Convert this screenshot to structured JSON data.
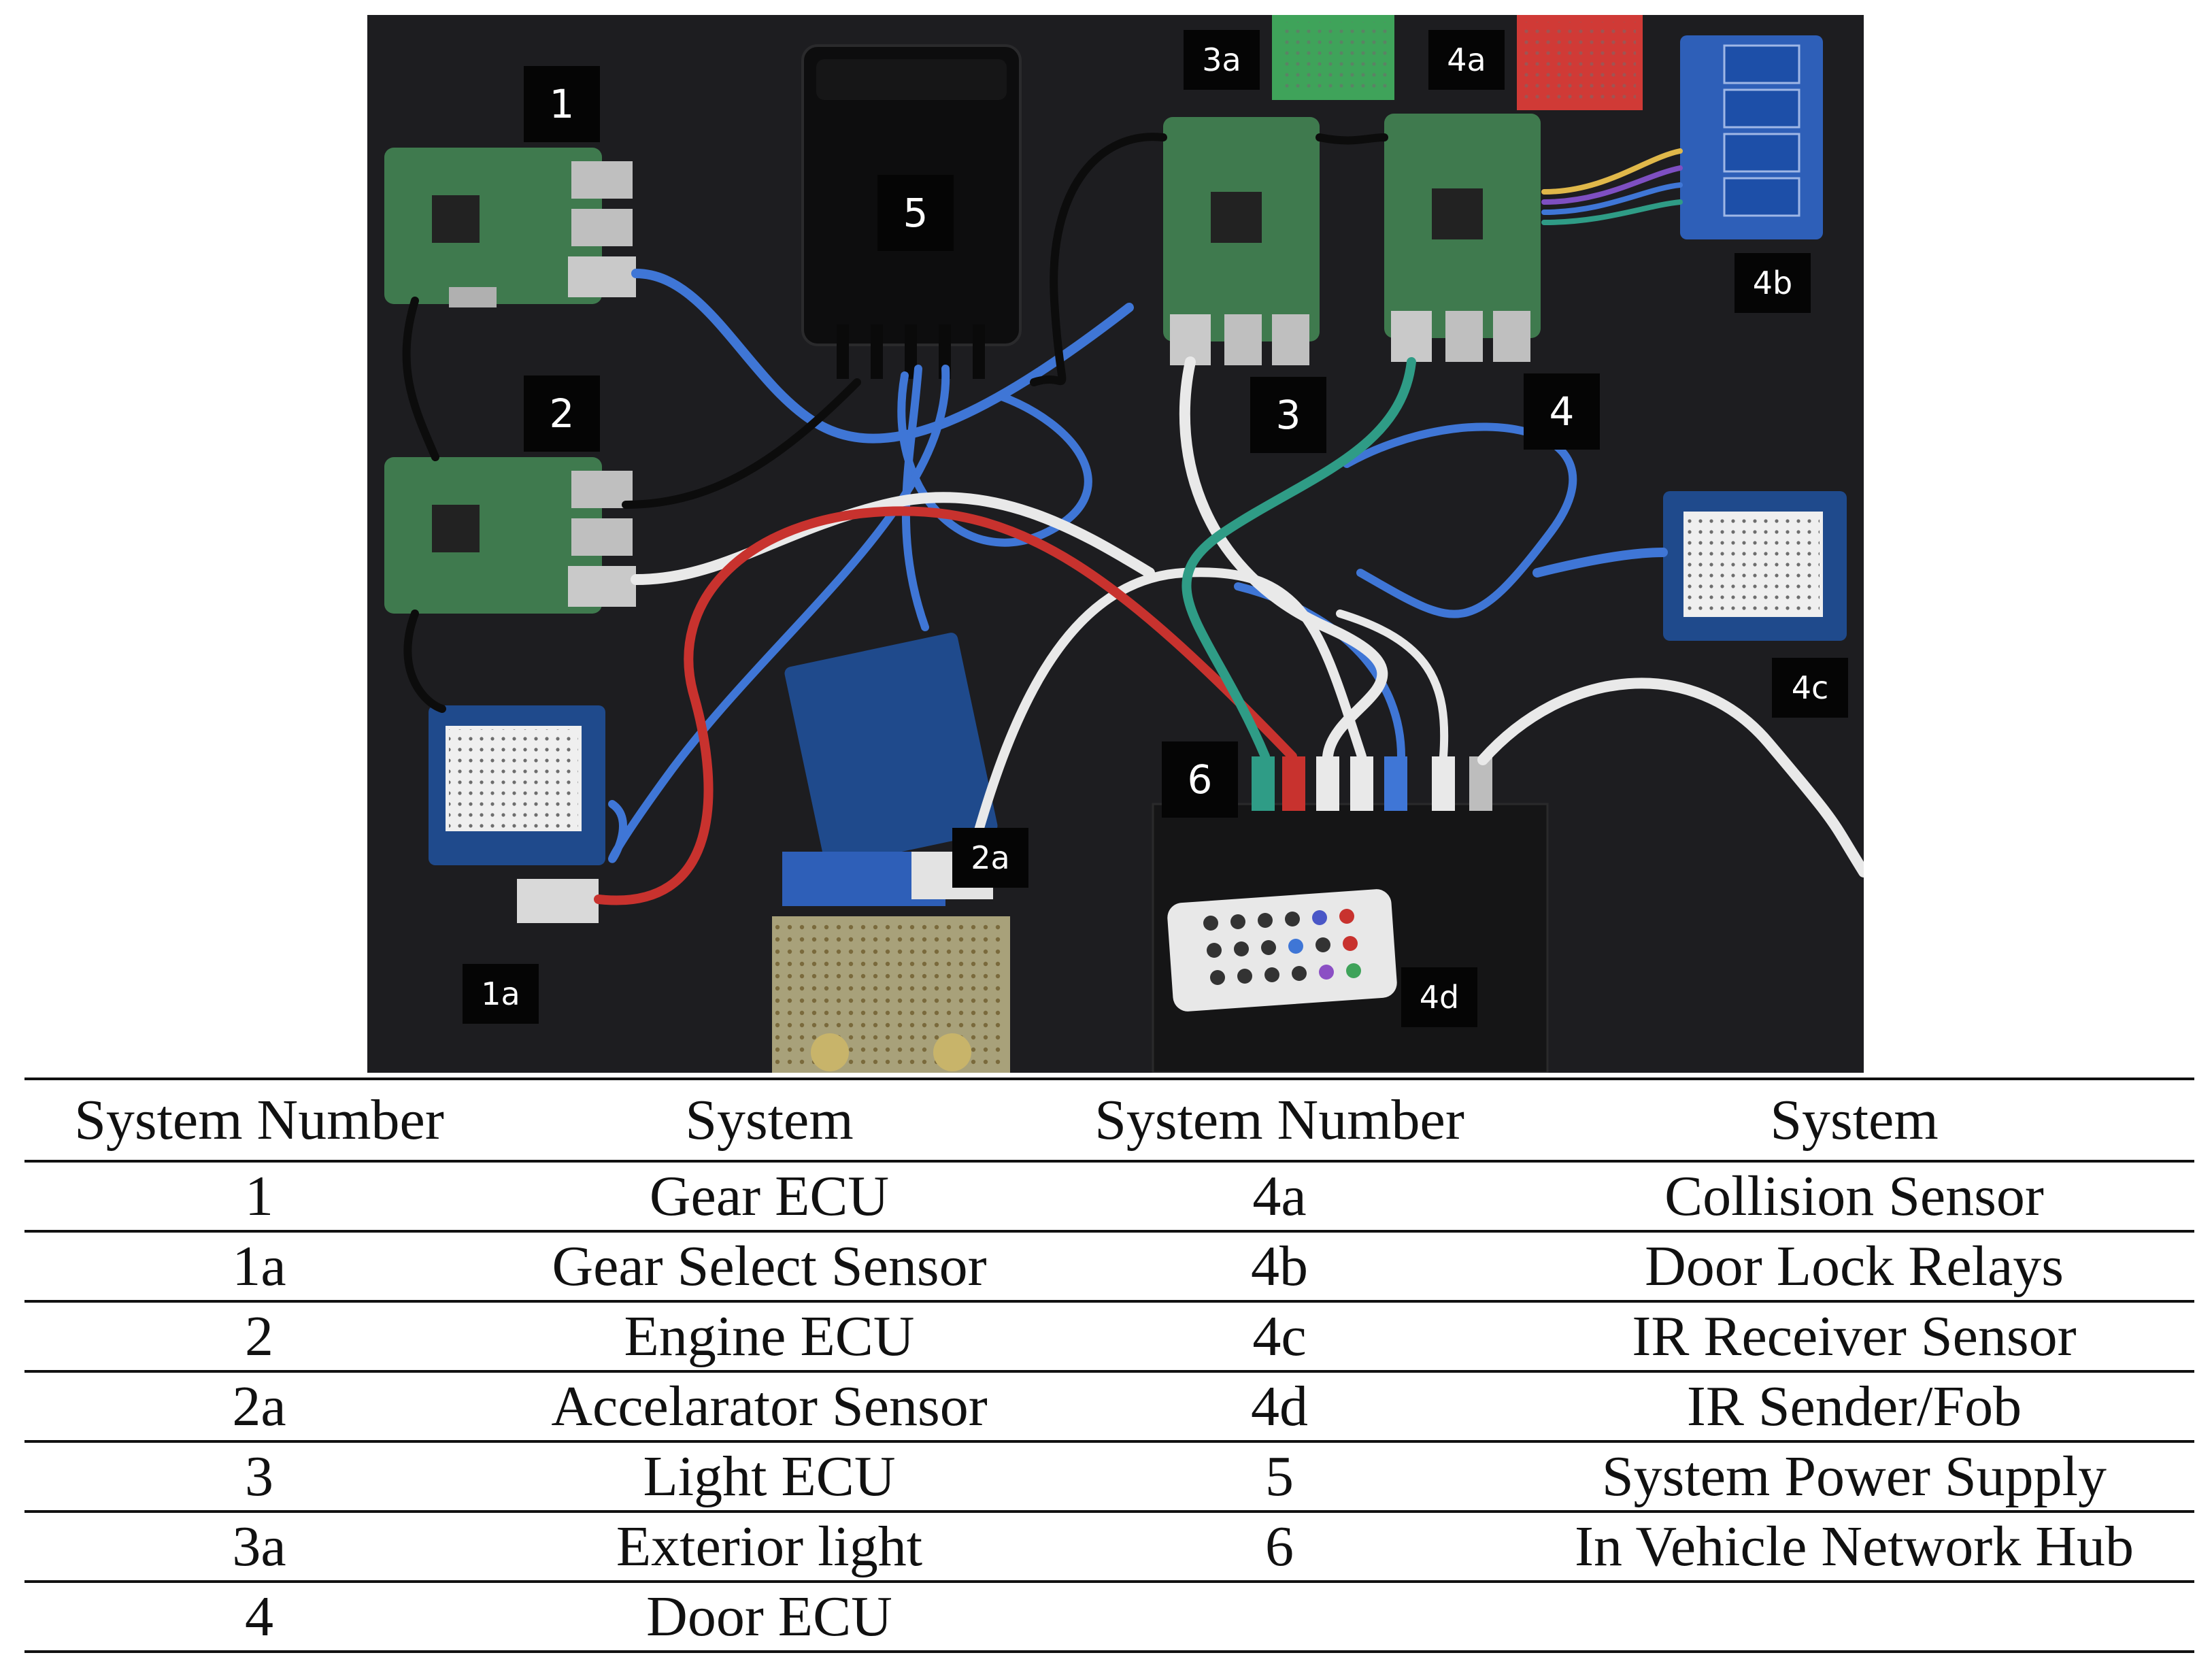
{
  "figure": {
    "labels": [
      {
        "id": "1",
        "text": "1"
      },
      {
        "id": "2",
        "text": "2"
      },
      {
        "id": "1a",
        "text": "1a"
      },
      {
        "id": "2a",
        "text": "2a"
      },
      {
        "id": "3",
        "text": "3"
      },
      {
        "id": "3a",
        "text": "3a"
      },
      {
        "id": "4",
        "text": "4"
      },
      {
        "id": "4a",
        "text": "4a"
      },
      {
        "id": "4b",
        "text": "4b"
      },
      {
        "id": "4c",
        "text": "4c"
      },
      {
        "id": "4d",
        "text": "4d"
      },
      {
        "id": "5",
        "text": "5"
      },
      {
        "id": "6",
        "text": "6"
      }
    ]
  },
  "table": {
    "headers": [
      "System Number",
      "System",
      "System Number",
      "System"
    ],
    "rows": [
      [
        "1",
        "Gear ECU",
        "4a",
        "Collision Sensor"
      ],
      [
        "1a",
        "Gear Select Sensor",
        "4b",
        "Door Lock Relays"
      ],
      [
        "2",
        "Engine ECU",
        "4c",
        "IR Receiver Sensor"
      ],
      [
        "2a",
        "Accelarator Sensor",
        "4d",
        "IR Sender/Fob"
      ],
      [
        "3",
        "Light ECU",
        "5",
        "System Power Supply"
      ],
      [
        "3a",
        "Exterior light",
        "6",
        "In Vehicle Network Hub"
      ],
      [
        "4",
        "Door ECU",
        "",
        ""
      ]
    ]
  },
  "colors": {
    "board_background": "#1d1d20",
    "pcb_green": "#3f7a4e",
    "arduino_blue": "#1f4a8c",
    "cable_blue": "#3f76d6",
    "cable_white": "#e9e9e9",
    "cable_red": "#c8322e",
    "cable_green": "#2f9c86",
    "cable_black": "#0c0c0c",
    "relay_blue": "#2e5fb8",
    "breadboard_red": "#d03a36",
    "breadboard_green": "#3fa35a"
  }
}
